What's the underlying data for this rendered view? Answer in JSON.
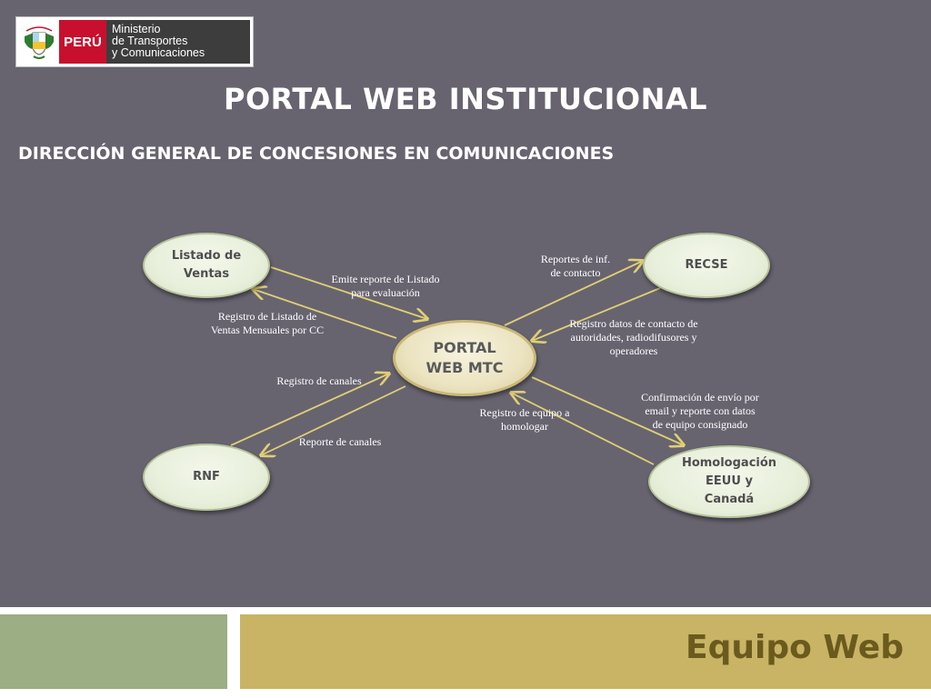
{
  "logo": {
    "country": "PERÚ",
    "ministry_line1": "Ministerio",
    "ministry_line2": "de Transportes",
    "ministry_line3": "y Comunicaciones",
    "colors": {
      "red": "#c8102e",
      "dark": "#3d3d3d"
    }
  },
  "title": "PORTAL WEB INSTITUCIONAL",
  "subtitle": "DIRECCIÓN GENERAL DE CONCESIONES EN COMUNICACIONES",
  "diagram": {
    "center": {
      "line1": "PORTAL",
      "line2": "WEB MTC"
    },
    "nodes": {
      "listado": {
        "line1": "Listado de",
        "line2": "Ventas"
      },
      "recse": {
        "line1": "RECSE"
      },
      "rnf": {
        "line1": "RNF"
      },
      "homologacion": {
        "line1": "Homologación",
        "line2": "EEUU y",
        "line3": "Canadá"
      }
    },
    "labels": {
      "emite": [
        "Emite reporte de Listado",
        "para evaluación"
      ],
      "registro_listado": [
        "Registro de Listado de",
        "Ventas Mensuales por CC"
      ],
      "reportes_inf": [
        "Reportes de inf.",
        "de contacto"
      ],
      "registro_datos": [
        "Registro datos de contacto de",
        "autoridades, radiodifusores y",
        "operadores"
      ],
      "registro_canales": [
        "Registro de canales"
      ],
      "reporte_canales": [
        "Reporte de canales"
      ],
      "registro_equipo": [
        "Registro de equipo a",
        "homologar"
      ],
      "confirmacion": [
        "Confirmación de envío por",
        "email y reporte con datos",
        "de equipo consignado"
      ]
    },
    "colors": {
      "arrow": "#e1cf74",
      "background": "#676470"
    }
  },
  "footer": {
    "text": "Equipo Web",
    "colors": {
      "left": "#9bae84",
      "right": "#c8b464",
      "text": "#6b5a1e"
    }
  }
}
